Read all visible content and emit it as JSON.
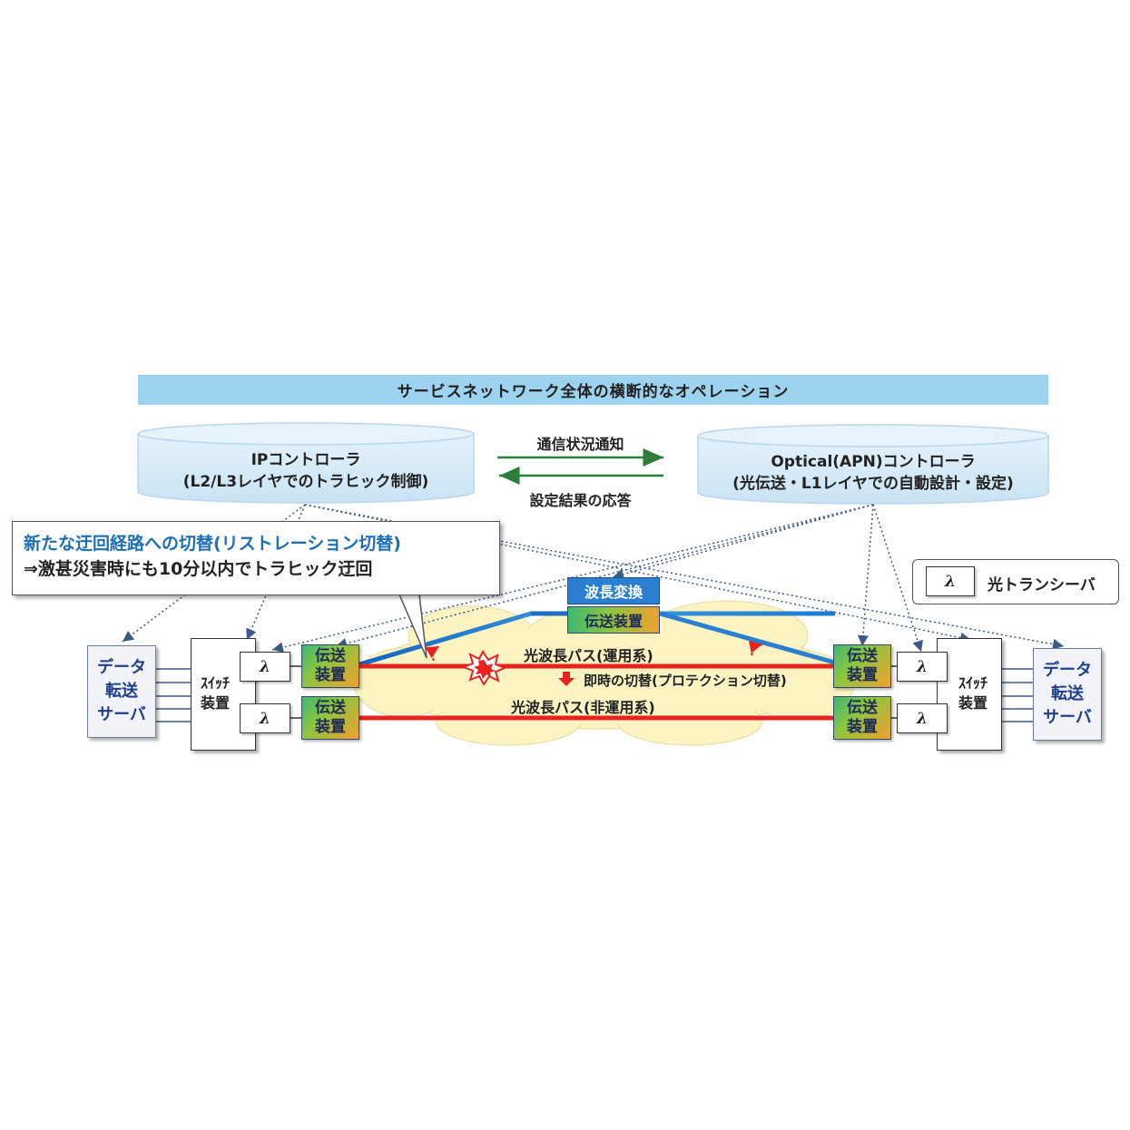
{
  "banner": "サービスネットワーク全体の横断的なオペレーション",
  "ip_controller": {
    "title": "IPコントローラ",
    "subtitle": "(L2/L3レイヤでのトラヒック制御)"
  },
  "optical_controller": {
    "title": "Optical(APN)コントローラ",
    "subtitle": "(光伝送・L1レイヤでの自動設計・設定)"
  },
  "messages": {
    "notify": "通信状況通知",
    "response": "設定結果の応答"
  },
  "callout": {
    "line1": "新たな迂回経路への切替(リストレーション切替)",
    "line2": "⇒激甚災害時にも10分以内でトラヒック迂回"
  },
  "legend": {
    "symbol": "λ",
    "label": "光トランシーバ"
  },
  "left_server": {
    "line1": "データ",
    "line2": "転送",
    "line3": "サーバ"
  },
  "right_server": {
    "line1": "データ",
    "line2": "転送",
    "line3": "サーバ"
  },
  "switch": {
    "line1": "ｽｲｯﾁ",
    "line2": "装置"
  },
  "transceiver_symbol": "λ",
  "transmission": {
    "line1": "伝送",
    "line2": "装置"
  },
  "wavelength_conversion": "波長変換",
  "transmission_device": "伝送装置",
  "path_active": "光波長パス(運用系)",
  "path_standby": "光波長パス(非運用系)",
  "switchover": "即時の切替(プロテクション切替)",
  "colors": {
    "banner": "#9dd3ee",
    "controller": "#d6ebf7",
    "active_path": "#e8231f",
    "restoration_path": "#2a7fd0",
    "cloud": "#fbf4c2"
  }
}
